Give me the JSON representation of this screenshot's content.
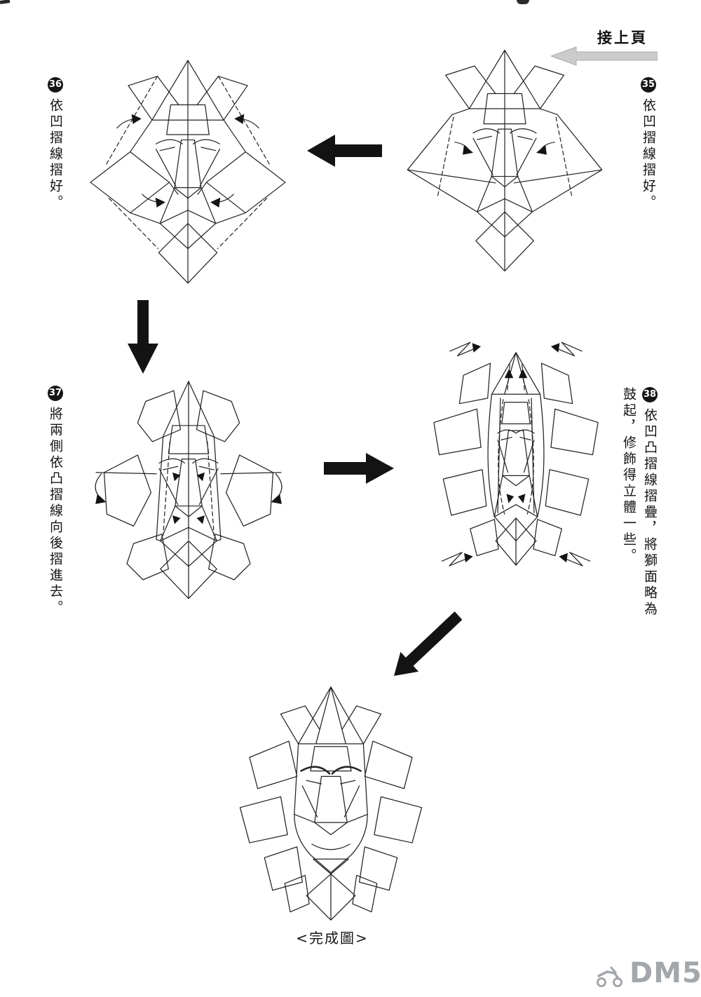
{
  "page": {
    "continued_label": "接上頁",
    "completed_label": "<完成圖>",
    "watermark": "DM5"
  },
  "steps": [
    {
      "number": "35",
      "instruction": "依凹摺線摺好。"
    },
    {
      "number": "36",
      "instruction": "依凹摺線摺好。"
    },
    {
      "number": "37",
      "instruction": "將兩側依凸摺線向後摺進去。"
    },
    {
      "number": "38",
      "instruction": "依凹凸摺線摺疊，將獅面略為鼓起，修飾得立體一些。"
    }
  ],
  "colors": {
    "ink": "#242424",
    "flow_arrow": "#131313",
    "continued_arrow": "#cbcbcb",
    "watermark": "#a3a6aa",
    "background": "#ffffff"
  }
}
